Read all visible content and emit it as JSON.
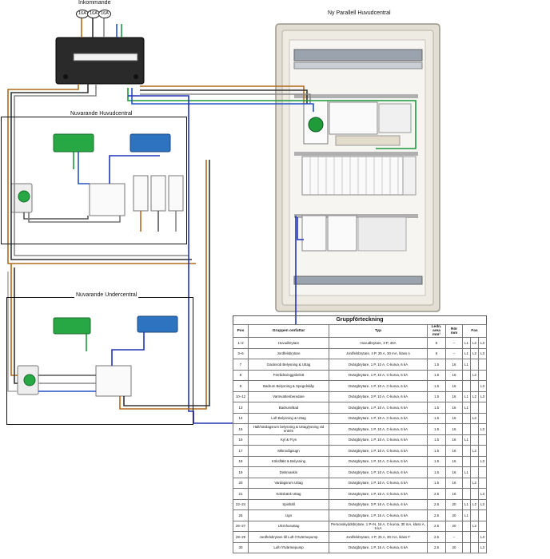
{
  "labels": {
    "incoming": "Inkommande",
    "new_panel": "Ny Parallell Huvudcentral",
    "current_main": "Nuvarande Huvudcentral",
    "current_sub": "Nuvarande Undercentral"
  },
  "fuses": [
    "16A",
    "16A",
    "16A"
  ],
  "table": {
    "title": "Gruppförteckning",
    "headers": {
      "pos": "Pos",
      "group": "Gruppen omfattar",
      "type": "Typ",
      "area": "Ledn. area mm²",
      "tube": "Rör mm",
      "phase": "Fas"
    },
    "rows": [
      {
        "pos": "1–2",
        "group": "Huvudbrytare",
        "type": "Huvudbrytare, 3 P, 40A",
        "area": "6",
        "tube": "–",
        "l1": "L1",
        "l2": "L2",
        "l3": "L3"
      },
      {
        "pos": "3–6",
        "group": "Jordfelsbrytare",
        "type": "Jordfelsbrytare, 4 P, 25 A, 30 mA, klass A",
        "area": "6",
        "tube": "–",
        "l1": "L1",
        "l2": "L2",
        "l3": "L3"
      },
      {
        "pos": "7",
        "group": "Garderob Belysning & Uttag",
        "type": "Dvärgbrytare, 1 P, 10 A, C-kurva, 6 kA",
        "area": "1.5",
        "tube": "16",
        "l1": "L1",
        "l2": "",
        "l3": ""
      },
      {
        "pos": "8",
        "group": "Förrådsvinggsbelstt",
        "type": "Dvärgbrytare, 1 P, 10 A, C-kurva, 6 kA",
        "area": "1.5",
        "tube": "16",
        "l1": "",
        "l2": "L2",
        "l3": ""
      },
      {
        "pos": "9",
        "group": "Badrum Belysning & Spegelskåp",
        "type": "Dvärgbrytare, 1 P, 10 A, C-kurva, 6 kA",
        "area": "1.5",
        "tube": "16",
        "l1": "",
        "l2": "",
        "l3": "L3"
      },
      {
        "pos": "10–12",
        "group": "Varmvattenberedare",
        "type": "Dvärgbrytare, 3 P, 10 A, C-kurva, 6 kA",
        "area": "1.5",
        "tube": "16",
        "l1": "L1",
        "l2": "L2",
        "l3": "L3"
      },
      {
        "pos": "13",
        "group": "Badrum/Bad",
        "type": "Dvärgbrytare, 1 P, 10 A, C-kurva, 6 kA",
        "area": "1.5",
        "tube": "16",
        "l1": "L1",
        "l2": "",
        "l3": ""
      },
      {
        "pos": "14",
        "group": "Loft Belysning & Uttag",
        "type": "Dvärgbrytare, 1 P, 10 A, C-kurva, 6 kA",
        "area": "1.5",
        "tube": "16",
        "l1": "",
        "l2": "L2",
        "l3": ""
      },
      {
        "pos": "15",
        "group": "Hall/Vardagsrum belysning & Uttag/ysning vid entrén",
        "type": "Dvärgbrytare, 1 P, 10 A, C-kurva, 6 kA",
        "area": "1.5",
        "tube": "16",
        "l1": "",
        "l2": "",
        "l3": "L3"
      },
      {
        "pos": "16",
        "group": "Kyl & Frys",
        "type": "Dvärgbrytare, 1 P, 10 A, C-kurva, 6 kA",
        "area": "1.5",
        "tube": "16",
        "l1": "L1",
        "l2": "",
        "l3": ""
      },
      {
        "pos": "17",
        "group": "Mikrovågsugn",
        "type": "Dvärgbrytare, 1 P, 10 A, C-kurva, 6 kA",
        "area": "1.5",
        "tube": "16",
        "l1": "",
        "l2": "L2",
        "l3": ""
      },
      {
        "pos": "18",
        "group": "Köksfläkt & Belysning",
        "type": "Dvärgbrytare, 1 P, 10 A, C-kurva, 6 kA",
        "area": "1.5",
        "tube": "16",
        "l1": "",
        "l2": "",
        "l3": "L3"
      },
      {
        "pos": "19",
        "group": "Diskmaskin",
        "type": "Dvärgbrytare, 1 P, 10 A, C-kurva, 6 kA",
        "area": "1.5",
        "tube": "16",
        "l1": "L1",
        "l2": "",
        "l3": ""
      },
      {
        "pos": "20",
        "group": "Vardagsrum Uttag",
        "type": "Dvärgbrytare, 1 P, 10 A, C-kurva, 6 kA",
        "area": "1.5",
        "tube": "16",
        "l1": "",
        "l2": "L2",
        "l3": ""
      },
      {
        "pos": "21",
        "group": "Köksbänk Uttag",
        "type": "Dvärgbrytare, 1 P, 16 A, C-kurva, 6 kA",
        "area": "2.5",
        "tube": "16",
        "l1": "",
        "l2": "",
        "l3": "L3"
      },
      {
        "pos": "22–24",
        "group": "Spishäll",
        "type": "Dvärgbrytare, 3 P, 16 A, C-kurva, 6 kA",
        "area": "2.5",
        "tube": "20",
        "l1": "L1",
        "l2": "L2",
        "l3": "L3"
      },
      {
        "pos": "25",
        "group": "Ugn",
        "type": "Dvärgbrytare, 1 P, 16 A, C-kurva, 6 kA",
        "area": "2.5",
        "tube": "20",
        "l1": "L1",
        "l2": "",
        "l3": ""
      },
      {
        "pos": "26–27",
        "group": "Ulcmhusuttag",
        "type": "Personskyddsbrytare, 1 P+N, 16 A, C-kurva, 30 mA, klass A, 6 kA",
        "area": "2.5",
        "tube": "20",
        "l1": "",
        "l2": "L2",
        "l3": ""
      },
      {
        "pos": "28–29",
        "group": "Jordfelsbrytare till Luft-/Ytvärmepump",
        "type": "Jordfelsbrytare, 2 P, 25 A, 30 mA, klass F",
        "area": "2.5",
        "tube": "–",
        "l1": "",
        "l2": "",
        "l3": "L3"
      },
      {
        "pos": "30",
        "group": "Luft-/Ytvärmepump",
        "type": "Dvärgbrytare, 1 P, 16 A, C-kurva, 6 kA",
        "area": "2.5",
        "tube": "20",
        "l1": "",
        "l2": "",
        "l3": "L3"
      }
    ]
  }
}
